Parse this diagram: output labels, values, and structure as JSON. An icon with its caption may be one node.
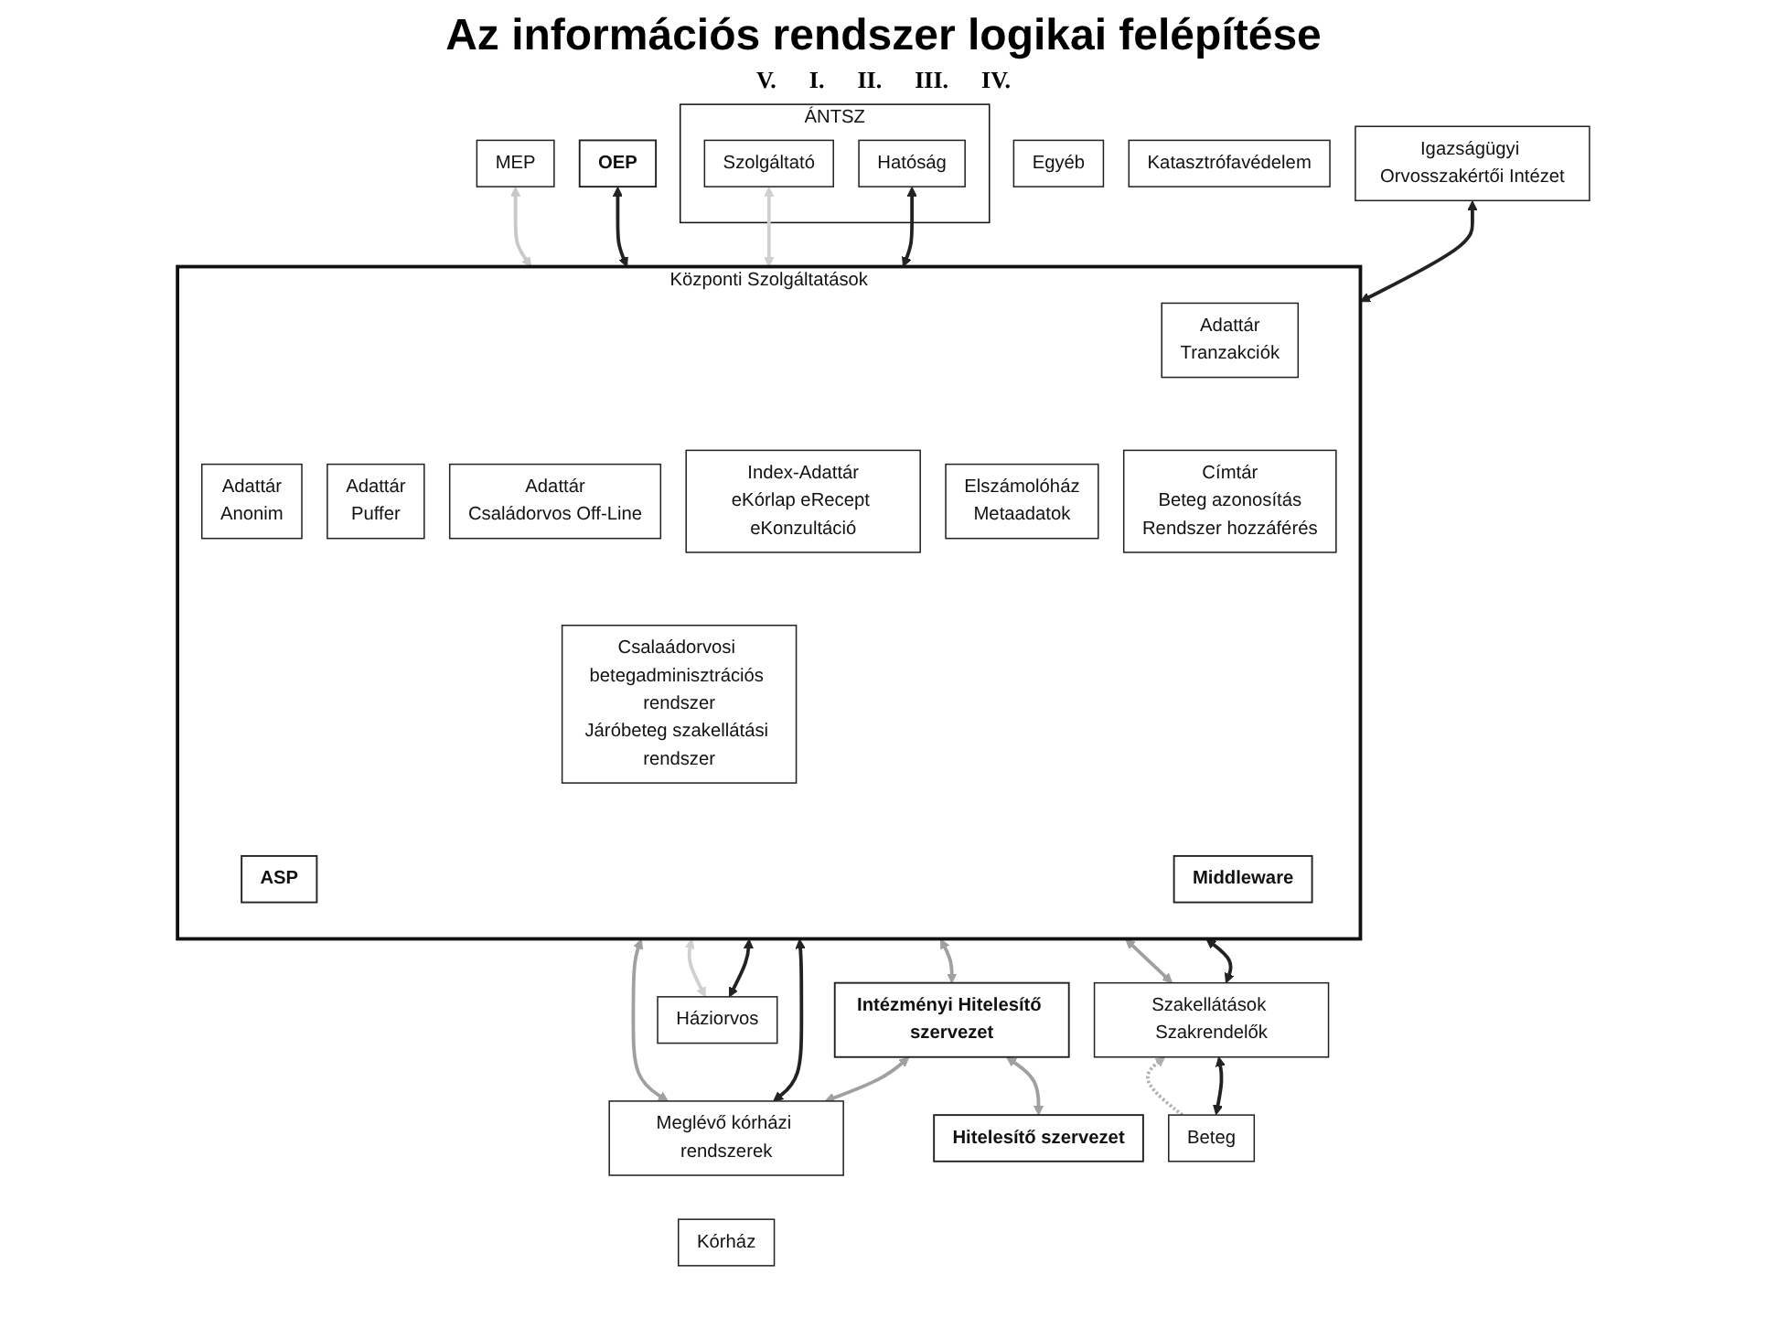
{
  "diagram": {
    "title": "Az információs rendszer logikai felépítése",
    "nodes": [
      {
        "text": [
          "Igazságügyi Orvosszakértői Intézet"
        ]
      },
      {
        "text": [
          "ÁNTSZ"
        ]
      },
      {
        "text": [
          "Hatóság"
        ],
        "in": 1
      },
      {
        "text": [
          "Szolgáltató"
        ],
        "in": 1
      },
      {
        "text": [
          "OEP"
        ]
      },
      {
        "text": [
          "MEP"
        ]
      },
      {
        "text": [
          "Egyéb"
        ]
      },
      {
        "text": [
          "Katasztrófavédelem"
        ]
      },
      {
        "text": [
          "Központi Szolgáltatások"
        ]
      },
      {
        "text": [
          "Adattár",
          "Anonim"
        ],
        "in": 8
      },
      {
        "text": [
          "Adattár",
          "Puffer"
        ],
        "in": 8
      },
      {
        "text": [
          "Adattár",
          "Családorvos Off-Line"
        ],
        "in": 8
      },
      {
        "text": [
          "Index-Adattár",
          "eKórlap eRecept eKonzultáció"
        ],
        "in": 8
      },
      {
        "text": [
          "Elszámolóház",
          "Metaadatok"
        ],
        "in": 8
      },
      {
        "text": [
          "Adattár",
          "Tranzakciók"
        ],
        "in": 8
      },
      {
        "text": [
          "Címtár",
          "Beteg azonosítás",
          "Rendszer hozzáférés"
        ],
        "in": 8
      },
      {
        "text": [
          "Csalaádorvosi betegadminisztrációs rendszer",
          "Járóbeteg szakellátási rendszer"
        ],
        "in": 8
      },
      {
        "text": [
          "ASP"
        ],
        "in": 8
      },
      {
        "text": [
          "Middleware"
        ],
        "in": 8
      },
      {
        "text": [
          "Intézményi Hitelesítő szervezet"
        ]
      },
      {
        "text": [
          "Háziorvos"
        ]
      },
      {
        "text": [
          "Szakellátások Szakrendelők"
        ]
      },
      {
        "text": [
          "Meglévő kórházi rendszerek"
        ]
      },
      {
        "text": [
          "Kórház"
        ]
      },
      {
        "text": [
          "Hitelesítő szervezet"
        ]
      },
      {
        "text": [
          "Beteg"
        ]
      }
    ],
    "edges": [
      {
        "from": 0,
        "to": 8,
        "arrow": "both"
      },
      {
        "from": 2,
        "to": 8,
        "arrow": "both"
      },
      {
        "from": 3,
        "to": 8,
        "arrow": "both",
        "color": "#d0d0d0"
      },
      {
        "from": 4,
        "to": 8,
        "arrow": "both"
      },
      {
        "from": 5,
        "to": 8,
        "arrow": "both",
        "color": "#c8c8c8"
      },
      {
        "from": 8,
        "to": 19,
        "arrow": "both",
        "color": "#a0a0a0"
      },
      {
        "from": 19,
        "to": 24,
        "arrow": "both",
        "color": "#a0a0a0"
      },
      {
        "from": 19,
        "to": 22,
        "arrow": "both",
        "color": "#a0a0a0"
      },
      {
        "from": 8,
        "to": 20,
        "arrow": "both"
      },
      {
        "from": 8,
        "to": 20,
        "arrow": "both",
        "color": "#d0d0d0"
      },
      {
        "from": 8,
        "to": 21,
        "arrow": "both"
      },
      {
        "from": 8,
        "to": 21,
        "arrow": "both",
        "color": "#a0a0a0"
      },
      {
        "from": 8,
        "to": 22,
        "arrow": "both"
      },
      {
        "from": 8,
        "to": 22,
        "arrow": "both",
        "color": "#a0a0a0"
      },
      {
        "from": 25,
        "to": 21,
        "arrow": "both"
      },
      {
        "from": 25,
        "to": 21,
        "arrow": "to",
        "style": "dashed",
        "color": "#b0b0b0"
      }
    ],
    "labels": [
      "V.",
      "I.",
      "II.",
      "III.",
      "IV."
    ]
  }
}
